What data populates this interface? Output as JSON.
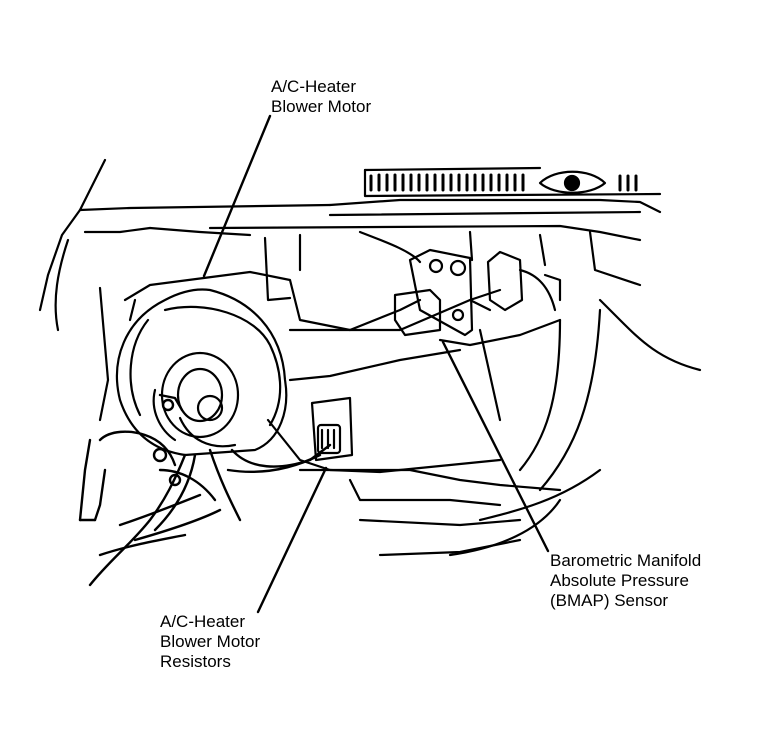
{
  "labels": {
    "blower_motor": [
      "A/C-Heater",
      "Blower Motor"
    ],
    "bmap_sensor": [
      "Barometric Manifold",
      "Absolute Pressure",
      "(BMAP) Sensor"
    ],
    "resistors": [
      "A/C-Heater",
      "Blower Motor",
      "Resistors"
    ]
  },
  "colors": {
    "ink": "#000000",
    "paper": "#ffffff"
  }
}
